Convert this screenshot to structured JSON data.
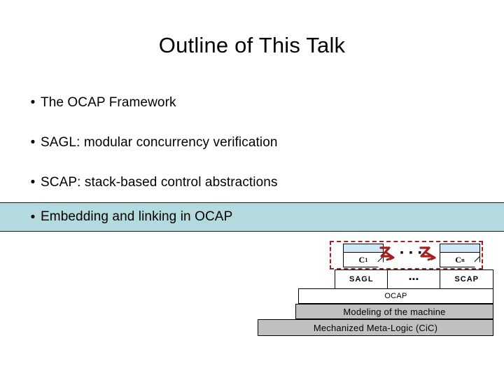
{
  "slide": {
    "title": "Outline of This Talk",
    "bullets": [
      {
        "mark": "•",
        "text": "The OCAP Framework",
        "highlighted": false
      },
      {
        "mark": "•",
        "text": "SAGL: modular concurrency verification",
        "highlighted": false
      },
      {
        "mark": "•",
        "text": "SCAP: stack-based control abstractions",
        "highlighted": false
      },
      {
        "mark": "•",
        "text": "Embedding and linking in OCAP",
        "highlighted": true
      }
    ]
  },
  "diagram": {
    "name": "ocap-framework-stack",
    "group_box": {
      "name": "certified-packages-group",
      "style": "red-dashed"
    },
    "components": [
      {
        "label": "C",
        "subscript": "1",
        "icon": "document-icon"
      },
      {
        "label": "C",
        "subscript": "n",
        "icon": "document-icon"
      }
    ],
    "component_ellipsis": "▪ ▪ ▪",
    "arrows": [
      {
        "name": "squiggle-arrow-1",
        "glyph": "Z-arrow"
      },
      {
        "name": "squiggle-arrow-2",
        "glyph": "Z-arrow"
      }
    ],
    "tier_boxes": [
      {
        "label": "SAGL"
      },
      {
        "label": "▪▪▪"
      },
      {
        "label": "SCAP"
      }
    ],
    "steps": [
      {
        "label": "OCAP",
        "fill": "#ffffff"
      },
      {
        "label": "Modeling of the machine",
        "fill": "#c0c0c0"
      },
      {
        "label": "Mechanized Meta-Logic (CiC)",
        "fill": "#c0c0c0"
      }
    ]
  },
  "colors": {
    "highlight_band": "#b3dbdf",
    "doc_header": "#cfe7f7",
    "arrow_red": "#a32020",
    "step_gray": "#c0c0c0",
    "text": "#000000",
    "background": "#ffffff"
  }
}
